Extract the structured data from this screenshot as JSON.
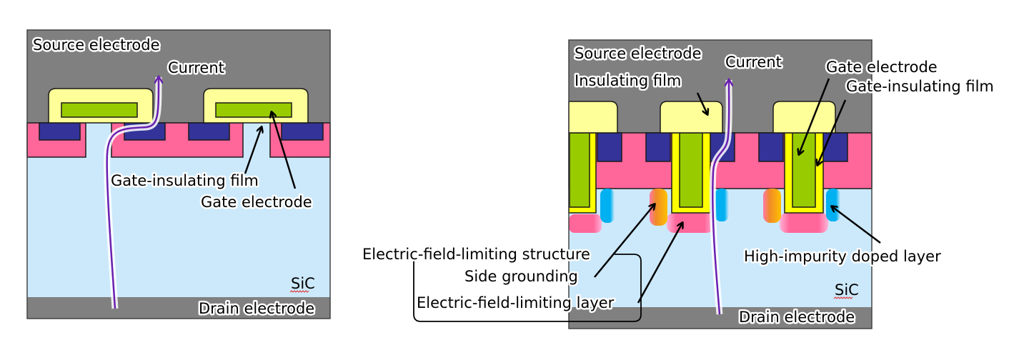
{
  "colors": {
    "electrode": "#808080",
    "sic": "#cce9fb",
    "p_well": "#ff6699",
    "n_source": "#333399",
    "gate": "#99cc00",
    "gate_insulator_left": "#ffff99",
    "gate_insulator_trench": "#ffff00",
    "insulating_film": "#ffff99",
    "side_grounding": "#ff9900",
    "high_impurity": "#00b0f0",
    "current": "#6a1fb0"
  },
  "left_diagram": {
    "source_electrode": "Source electrode",
    "current": "Current",
    "gate_insulating_film": "Gate-insulating film",
    "gate_electrode": "Gate electrode",
    "material": "SiC",
    "drain_electrode": "Drain electrode"
  },
  "right_diagram": {
    "source_electrode": "Source electrode",
    "insulating_film": "Insulating film",
    "current": "Current",
    "gate_electrode": "Gate electrode",
    "gate_insulating_film": "Gate-insulating film",
    "high_impurity_doped_layer": "High-impurity doped layer",
    "material": "SiC",
    "drain_electrode": "Drain electrode",
    "structure_group": {
      "title": "Electric-field-limiting structure",
      "items": [
        "Side grounding",
        "Electric-field-limiting layer"
      ]
    }
  }
}
